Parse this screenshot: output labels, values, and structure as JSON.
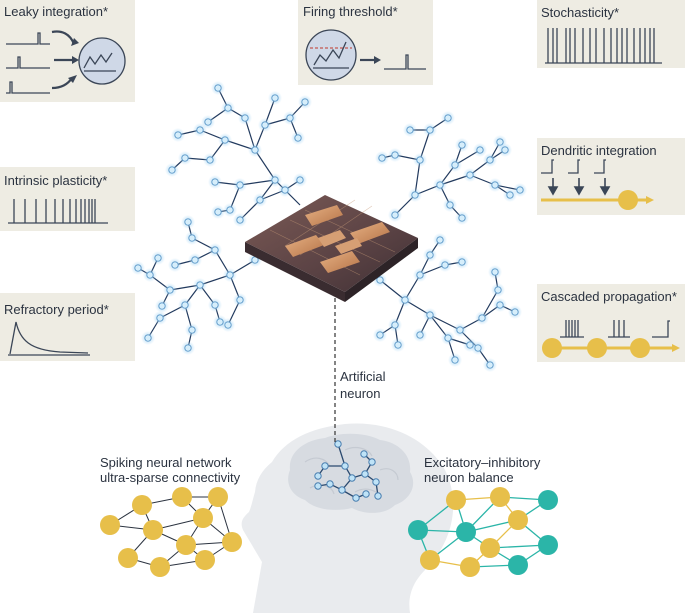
{
  "panels": {
    "leaky": "Leaky integration*",
    "firing": "Firing threshold*",
    "stochasticity": "Stochasticity*",
    "intrinsic": "Intrinsic plasticity*",
    "dendritic": "Dendritic integration",
    "refractory": "Refractory period*",
    "cascaded": "Cascaded propagation*"
  },
  "center_label": {
    "line1": "Artificial",
    "line2": "neuron"
  },
  "snn_label": {
    "line1": "Spiking neural network",
    "line2": "ultra-sparse connectivity"
  },
  "ei_label": {
    "line1": "Excitatory–inhibitory",
    "line2": "neuron balance"
  },
  "colors": {
    "panel_bg": "#eeece3",
    "ink": "#3b4657",
    "accent_yellow": "#e7bf4a",
    "teal": "#2bb5a8",
    "node_blue": "#bfe3f7",
    "glow_blue": "#8ec7ee",
    "chip_copper": "#c98b5e",
    "head_gray": "#e9ebee"
  }
}
